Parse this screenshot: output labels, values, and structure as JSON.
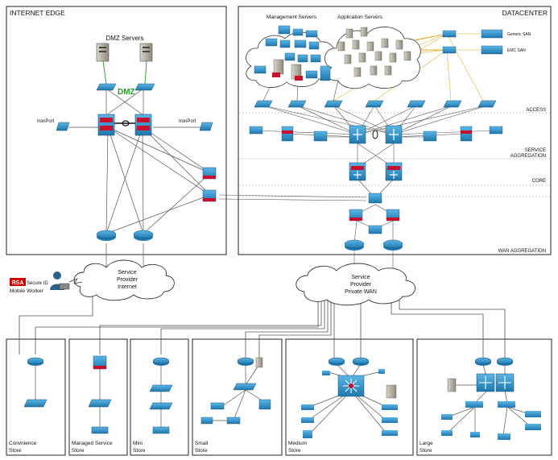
{
  "sections": {
    "internet_edge": "INTERNET EDGE",
    "datacenter": "DATACENTER"
  },
  "labels": {
    "dmz_servers": "DMZ Servers",
    "dmz": "DMZ",
    "ironport_left": "IronPort",
    "ironport_right": "IronPort",
    "management_servers": "Management Servers",
    "application_servers": "Application Servers",
    "generic_san": "Generic SAN",
    "emc_san": "EMC SAN",
    "rsa": "RSA",
    "secure_id": "Secure ID",
    "mobile_worker": "Mobile Worker"
  },
  "layers": {
    "access": "ACCESS",
    "service_aggregation_1": "SERVICE",
    "service_aggregation_2": "AGGREGATION",
    "core": "CORE",
    "wan_aggregation": "WAN AGGREGATION"
  },
  "clouds": {
    "internet": [
      "Service",
      "Provider",
      "Internet"
    ],
    "private_wan": [
      "Service",
      "Provider",
      "Private WAN"
    ]
  },
  "stores": [
    {
      "line1": "Convnience",
      "line2": "Store"
    },
    {
      "line1": "Managed Service",
      "line2": "Store"
    },
    {
      "line1": "Mini",
      "line2": "Store"
    },
    {
      "line1": "Small",
      "line2": "Store"
    },
    {
      "line1": "Medium",
      "line2": "Store"
    },
    {
      "line1": "Large",
      "line2": "Store"
    }
  ],
  "colors": {
    "device_blue": "#2f8fc6",
    "device_dark": "#1c6a99",
    "firewall_red": "#c8102e",
    "dmz_green": "#2a9a2a",
    "san_link": "#e0b030",
    "rsa_red": "#cc0000"
  }
}
